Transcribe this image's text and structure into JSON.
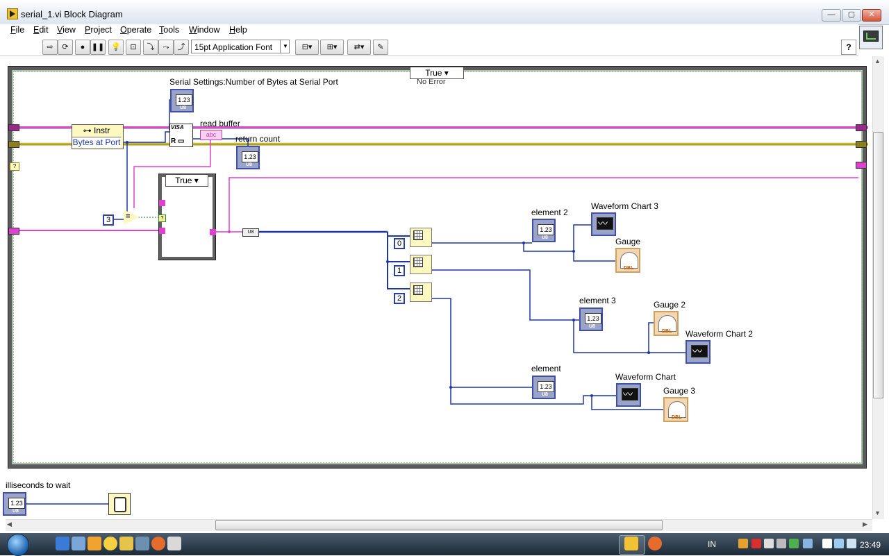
{
  "window": {
    "title": "serial_1.vi Block Diagram",
    "min": "—",
    "max": "▢",
    "close": "✕"
  },
  "menu": [
    "File",
    "Edit",
    "View",
    "Project",
    "Operate",
    "Tools",
    "Window",
    "Help"
  ],
  "toolbar": {
    "font": "15pt Application Font",
    "help": "?"
  },
  "diagram": {
    "loop_case_selector": "True",
    "loop_case_sub": "No Error",
    "bytes_label": "Serial Settings:Number of Bytes at Serial Port",
    "instr_node": "Instr",
    "bytes_node": "Bytes at Port",
    "read_buffer": "read buffer",
    "read_buffer_node": "abc",
    "visa_node": "VISA",
    "return_count": "return count",
    "const_three": "3",
    "inner_case_selector": "True",
    "convert_node": "U8",
    "idx0": "0",
    "idx1": "1",
    "idx2": "2",
    "element2": "element 2",
    "element3": "element 3",
    "element": "element",
    "wfc3": "Waveform Chart 3",
    "wfc2": "Waveform Chart 2",
    "wfc": "Waveform Chart",
    "gauge": "Gauge",
    "gauge2": "Gauge 2",
    "gauge3": "Gauge 3",
    "ms_wait": "illiseconds to wait"
  },
  "taskbar": {
    "lang": "IN",
    "clock": "23:49"
  },
  "colors": {
    "wire_blue": "#1f36a8",
    "wire_pink": "#e040d0",
    "wire_olive": "#b0a020"
  }
}
